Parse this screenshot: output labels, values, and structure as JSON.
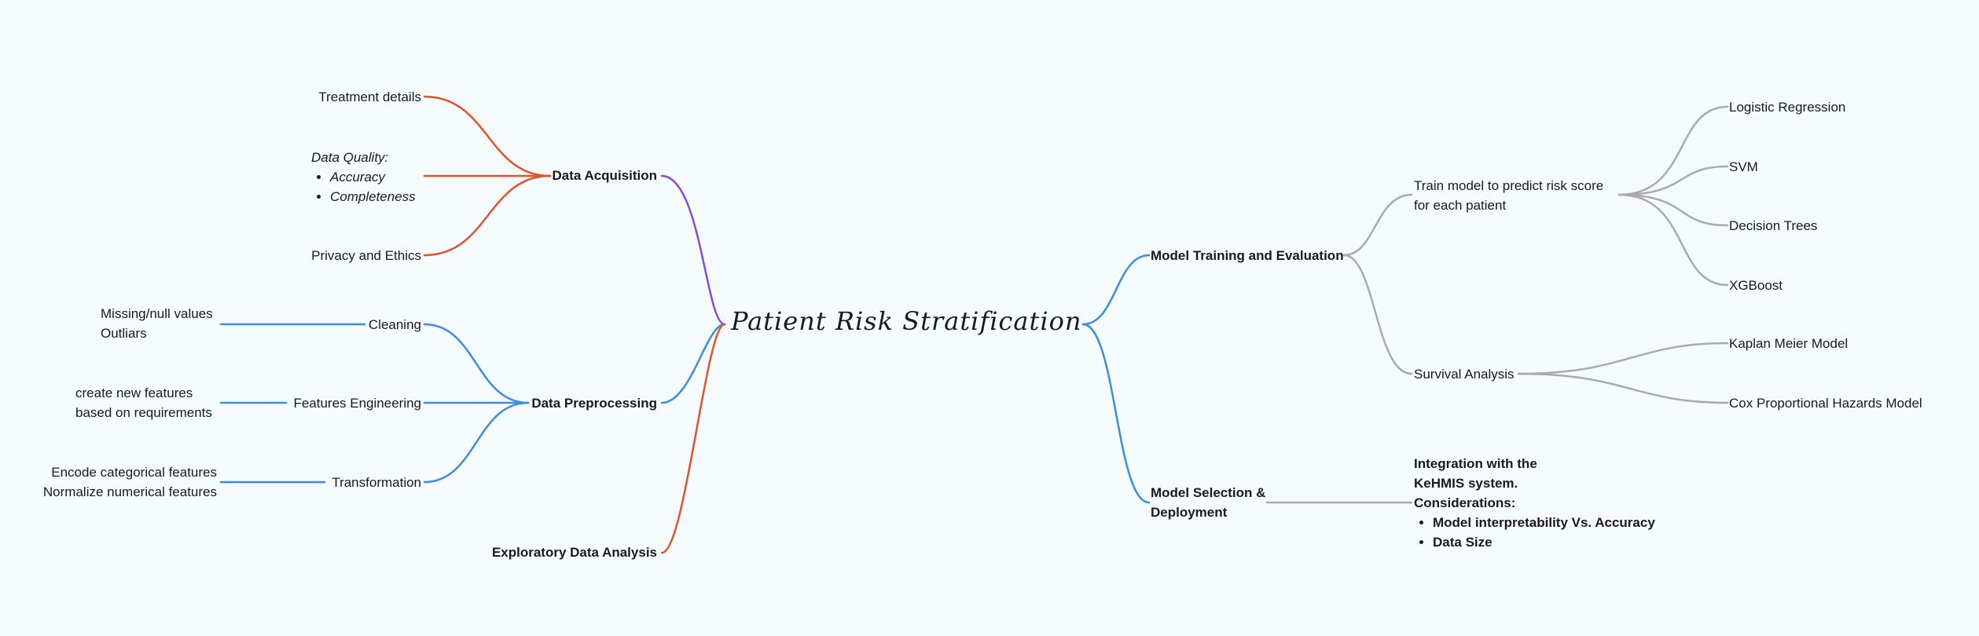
{
  "colors": {
    "background": "#f5fafd",
    "blue": "#3b8de0",
    "orange": "#e0532d",
    "purple": "#8a4ad8",
    "gray": "#aaaaaa"
  },
  "root": {
    "label": "Patient Risk Stratification"
  },
  "left": {
    "data_acquisition": {
      "label": "Data Acquisition",
      "children": {
        "treatment": "Treatment details",
        "quality_title": "Data Quality:",
        "quality_items": [
          "Accuracy",
          "Completeness"
        ],
        "privacy": "Privacy and Ethics"
      }
    },
    "data_preprocessing": {
      "label": "Data Preprocessing",
      "cleaning": {
        "label": "Cleaning",
        "notes": [
          "Missing/null values",
          "Outliars"
        ]
      },
      "features": {
        "label": "Features Engineering",
        "notes": [
          "create new features",
          "based on requirements"
        ]
      },
      "transformation": {
        "label": "Transformation",
        "notes": [
          "Encode categorical features",
          "Normalize numerical features"
        ]
      }
    },
    "eda": {
      "label": "Exploratory Data Analysis"
    }
  },
  "right": {
    "training": {
      "label": "Model Training and Evaluation",
      "predict": {
        "label_lines": [
          "Train model to predict risk score",
          "for each patient"
        ],
        "models": [
          "Logistic Regression",
          "SVM",
          "Decision Trees",
          "XGBoost"
        ]
      },
      "survival": {
        "label": "Survival Analysis",
        "models": [
          "Kaplan Meier Model",
          "Cox Proportional Hazards Model"
        ]
      }
    },
    "deployment": {
      "label_lines": [
        "Model Selection &",
        "Deployment"
      ],
      "note": {
        "lines": [
          "Integration with the",
          "KeHMIS system.",
          "Considerations:"
        ],
        "bullets": [
          "Model interpretability Vs. Accuracy",
          "Data Size"
        ]
      }
    }
  }
}
